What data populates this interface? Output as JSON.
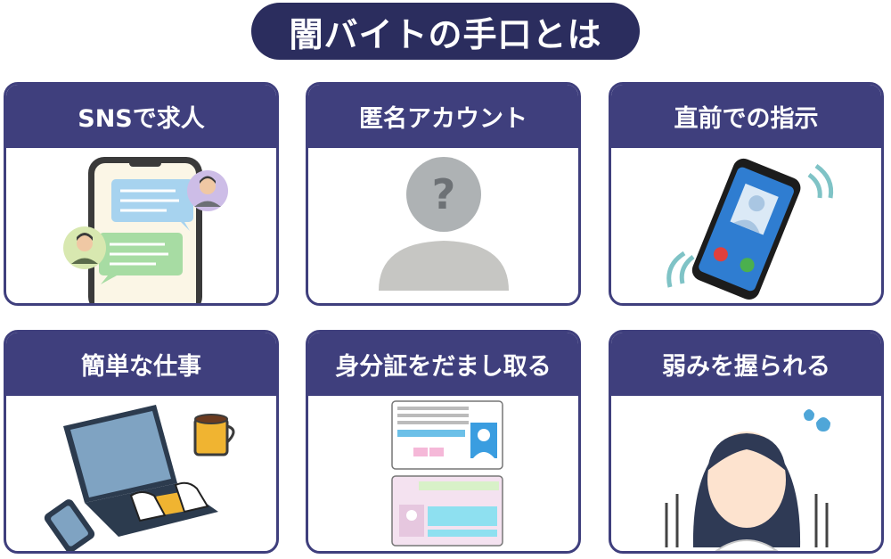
{
  "title": "闇バイトの手口とは",
  "colors": {
    "title_bg": "#2b2d5e",
    "card_header": "#3f3f7d",
    "card_border": "#3f3f7d"
  },
  "cards": [
    {
      "label": "SNSで求人",
      "icon": "smartphone-chat-icon"
    },
    {
      "label": "匿名アカウント",
      "icon": "anonymous-person-icon"
    },
    {
      "label": "直前での指示",
      "icon": "ringing-phone-icon"
    },
    {
      "label": "簡単な仕事",
      "icon": "laptop-typing-icon"
    },
    {
      "label": "身分証をだまし取る",
      "icon": "id-cards-icon"
    },
    {
      "label": "弱みを握られる",
      "icon": "anxious-woman-icon"
    }
  ]
}
